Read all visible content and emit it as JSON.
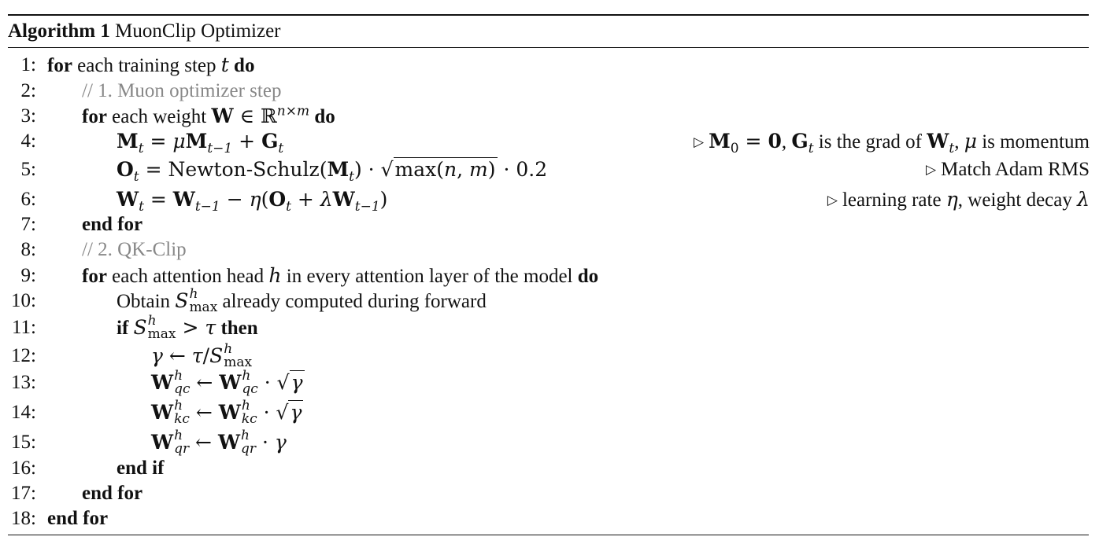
{
  "algorithm": {
    "label": "Algorithm 1",
    "name": "MuonClip Optimizer"
  },
  "lines": [
    {
      "num": "1:",
      "kw1": "for",
      "text": " each training step ",
      "var": "t",
      "kw2": " do"
    },
    {
      "num": "2:",
      "text": "// 1. Muon optimizer step"
    },
    {
      "num": "3:",
      "kw1": "for",
      "text": " each weight ",
      "kw2": "do"
    },
    {
      "num": "4:",
      "comment": " is the grad of ",
      "comment_tail": " is momentum"
    },
    {
      "num": "5:",
      "text": "Newton-Schulz",
      "fn": "max",
      "const": "0.2",
      "comment": "Match Adam RMS"
    },
    {
      "num": "6:",
      "comment": "learning rate ",
      "comment_mid": ", weight decay "
    },
    {
      "num": "7:",
      "text": "end for"
    },
    {
      "num": "8:",
      "text": "// 2. QK-Clip"
    },
    {
      "num": "9:",
      "kw1": "for",
      "text": " each attention head ",
      "var": "h",
      "text2": " in every attention layer of the model ",
      "kw2": "do"
    },
    {
      "num": "10:",
      "text": "Obtain ",
      "text2": " already computed during forward"
    },
    {
      "num": "11:",
      "kw1": "if",
      "kw2": "then"
    },
    {
      "num": "12:"
    },
    {
      "num": "13:"
    },
    {
      "num": "14:"
    },
    {
      "num": "15:"
    },
    {
      "num": "16:",
      "text": "end if"
    },
    {
      "num": "17:",
      "text": "end for"
    },
    {
      "num": "18:",
      "text": "end for"
    }
  ]
}
